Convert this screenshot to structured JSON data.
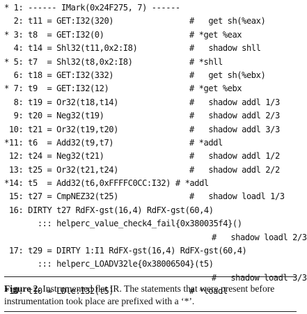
{
  "figure": {
    "lines": [
      {
        "s": "* 1: ------ IMark(0x24F275, 7) ------",
        "c": ""
      },
      {
        "s": "  2: t11 = GET:I32(320)",
        "c": "#   get sh(%eax)"
      },
      {
        "s": "* 3: t8  = GET:I32(0)",
        "c": "# *get %eax"
      },
      {
        "s": "  4: t14 = Shl32(t11,0x2:I8)",
        "c": "#   shadow shll"
      },
      {
        "s": "* 5: t7  = Shl32(t8,0x2:I8)",
        "c": "# *shll"
      },
      {
        "s": "  6: t18 = GET:I32(332)",
        "c": "#   get sh(%ebx)"
      },
      {
        "s": "* 7: t9  = GET:I32(12)",
        "c": "# *get %ebx"
      },
      {
        "s": "  8: t19 = Or32(t18,t14)",
        "c": "#   shadow addl 1/3"
      },
      {
        "s": "  9: t20 = Neg32(t19)",
        "c": "#   shadow addl 2/3"
      },
      {
        "s": " 10: t21 = Or32(t19,t20)",
        "c": "#   shadow addl 3/3"
      },
      {
        "s": "*11: t6  = Add32(t9,t7)",
        "c": "# *addl"
      },
      {
        "s": " 12: t24 = Neg32(t21)",
        "c": "#   shadow addl 1/2"
      },
      {
        "s": " 13: t25 = Or32(t21,t24)",
        "c": "#   shadow addl 2/2"
      },
      {
        "s": "*14: t5  = Add32(t6,0xFFFFC0CC:I32) # *addl",
        "c": ""
      },
      {
        "s": " 15: t27 = CmpNEZ32(t25)",
        "c": "#   shadow loadl 1/3"
      },
      {
        "s": " 16: DIRTY t27 RdFX-gst(16,4) RdFX-gst(60,4)",
        "c": ""
      },
      {
        "s": "       ::: helperc_value_check4_fail{0x380035f4}()",
        "c": ""
      },
      {
        "s": "",
        "c": "#   shadow loadl 2/3",
        "wide": true
      },
      {
        "s": " 17: t29 = DIRTY 1:I1 RdFX-gst(16,4) RdFX-gst(60,4)",
        "c": ""
      },
      {
        "s": "       ::: helperc_LOADV32le{0x38006504}(t5)",
        "c": ""
      },
      {
        "s": "",
        "c": "#   shadow loadl 3/3",
        "wide": true
      },
      {
        "s": "*18: t10 = LDle:I32(t5)",
        "c": "# *loadl"
      }
    ],
    "caption": {
      "label": "Figure 2.",
      "text": " Instrumented flat IR. The statements that were present before instrumentation took place are prefixed with a ‘*’."
    }
  }
}
